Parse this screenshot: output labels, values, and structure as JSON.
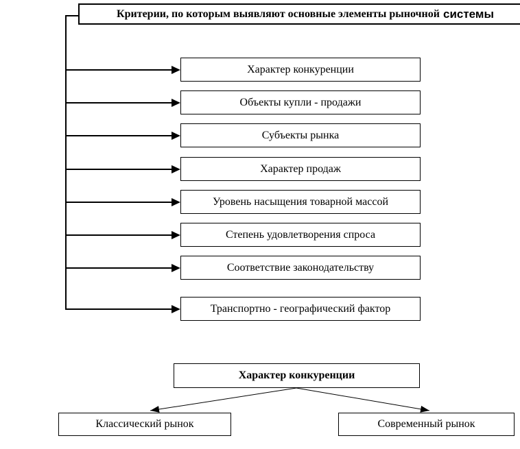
{
  "title": {
    "serif_part": "Критерии, по которым выявляют основные элементы рыночной",
    "sans_part": "системы"
  },
  "criteria": {
    "items": [
      {
        "label": "Характер конкуренции"
      },
      {
        "label": "Объекты купли - продажи"
      },
      {
        "label": "Субъекты рынка"
      },
      {
        "label": "Характер продаж"
      },
      {
        "label": "Уровень насыщения товарной массой"
      },
      {
        "label": "Степень удовлетворения спроса"
      },
      {
        "label": "Соответствие законодательству"
      },
      {
        "label": "Транспортно - географический фактор"
      }
    ]
  },
  "detail": {
    "parent_label": "Характер конкуренции",
    "children": [
      {
        "label": "Классический рынок"
      },
      {
        "label": "Современный рынок"
      }
    ]
  },
  "colors": {
    "line": "#000000",
    "background": "#ffffff"
  }
}
